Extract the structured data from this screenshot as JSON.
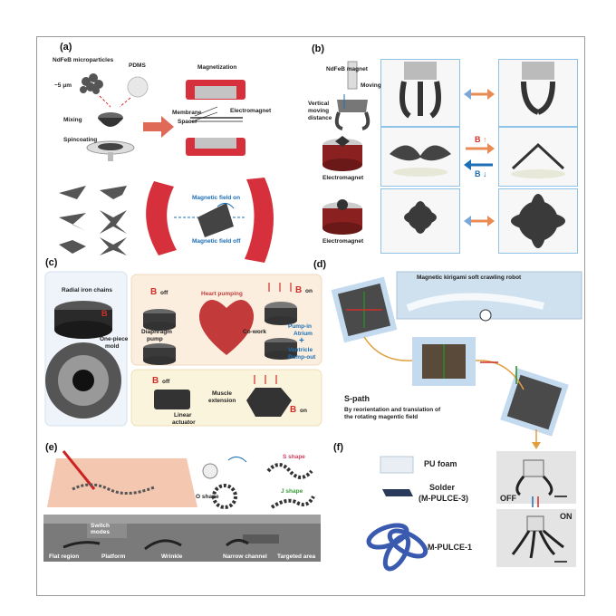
{
  "panels": {
    "a": {
      "label": "(a)",
      "ndfeb": "NdFeB microparticles",
      "size": "~5 μm",
      "pdms": "PDMS",
      "mixing": "Mixing",
      "spincoating": "Spincoating",
      "magnetization": "Magnetization",
      "membrane": "Membrane",
      "spacer": "Spacer",
      "electromagnet": "Electromagnet",
      "field_on": "Magnetic field on",
      "field_off": "Magnetic field off"
    },
    "b": {
      "label": "(b)",
      "magnet": "NdFeB magnet",
      "moving": "Moving",
      "vertical": "Vertical",
      "moving2": "moving",
      "distance": "distance",
      "electromagnet1": "Electromagnet",
      "electromagnet2": "Electromagnet",
      "b_up": "B",
      "b_down": "B"
    },
    "c": {
      "label": "(c)",
      "radial": "Radial iron chains",
      "b": "B",
      "one_piece": "One-piece",
      "mold": "mold",
      "b_off": "B",
      "off": "off",
      "heart": "Heart pumping",
      "b_on": "B",
      "on": "on",
      "diaphragm": "Diaphragm",
      "pump": "pump",
      "pump_in": "Pump-in",
      "atrium": "Atrium",
      "plus": "+",
      "cowork": "Co-work",
      "ventricle": "Ventricle",
      "pump_out": "Pump-out",
      "b_off2": "B",
      "off2": "off",
      "muscle": "Muscle",
      "extension": "extension",
      "linear": "Linear",
      "actuator": "actuator",
      "b_on2": "B",
      "on2": "on"
    },
    "d": {
      "label": "(d)",
      "title": "Magnetic kirigami soft crawling robot",
      "spath": "S-path",
      "desc1": "By reorientation and translation of",
      "desc2": "the rotating magentic field"
    },
    "e": {
      "label": "(e)",
      "s_shape": "S shape",
      "o_shape": "O shape",
      "j_shape": "J shape",
      "switch": "Switch",
      "modes": "modes",
      "flat": "Flat region",
      "platform": "Platform",
      "wrinkle": "Wrinkle",
      "narrow": "Narrow channel",
      "targeted": "Targeted area"
    },
    "f": {
      "label": "(f)",
      "pu": "PU foam",
      "solder": "Solder",
      "mpulce3": "(M-PULCE-3)",
      "mpulce1": "M-PULCE-1",
      "off": "OFF",
      "on": "ON"
    }
  },
  "colors": {
    "red": "#d0302a",
    "blue": "#1c6fb5",
    "orange": "#e98b55",
    "box_border": "#8ec2e6"
  }
}
